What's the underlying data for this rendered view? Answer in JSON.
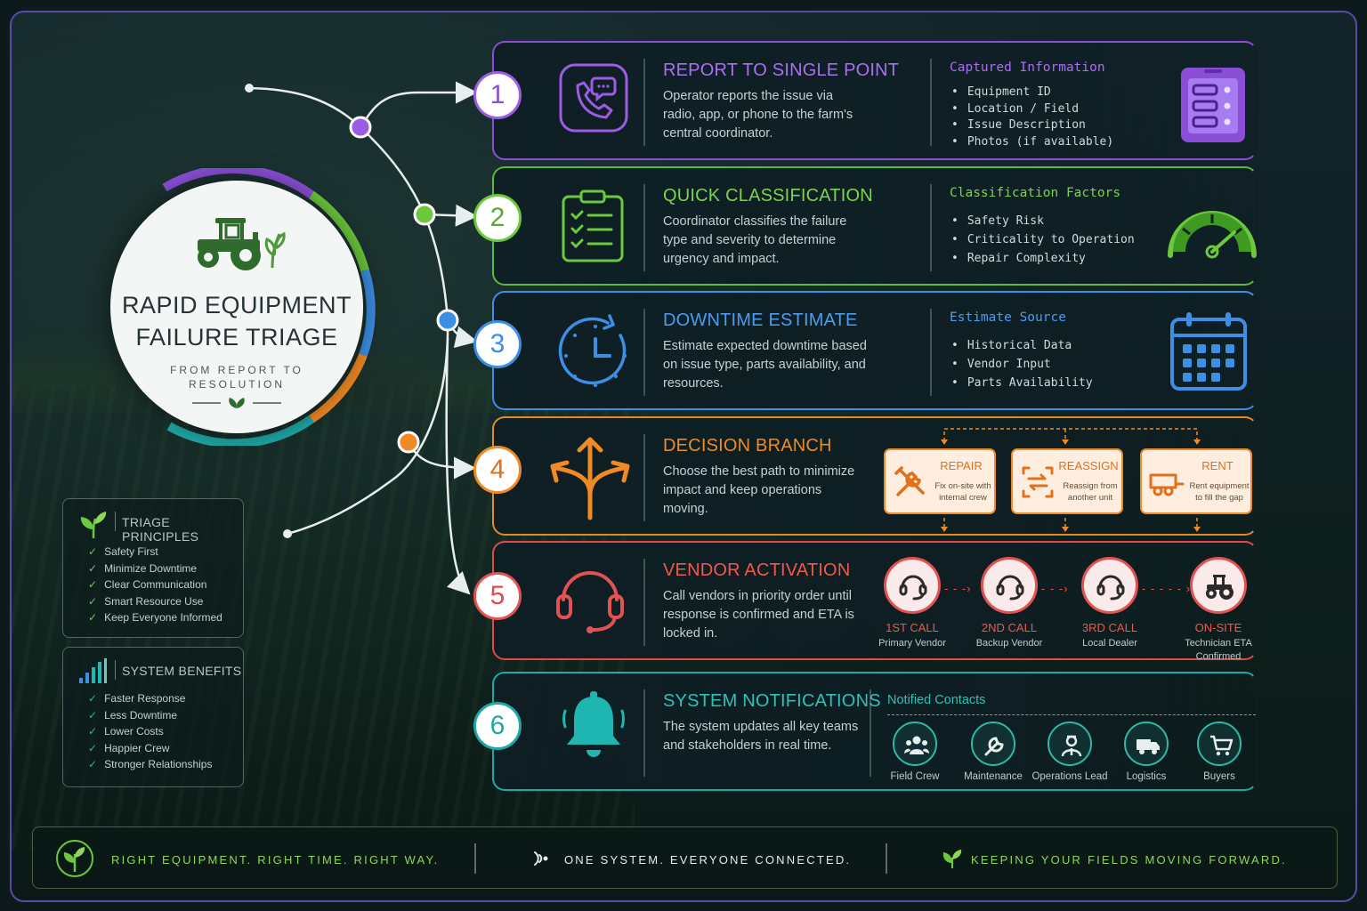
{
  "hero": {
    "title_line1": "RAPID EQUIPMENT",
    "title_line2": "FAILURE TRIAGE",
    "subtitle_line1": "FROM REPORT TO",
    "subtitle_line2": "RESOLUTION"
  },
  "principles": {
    "title": "TRIAGE PRINCIPLES",
    "items": [
      "Safety First",
      "Minimize Downtime",
      "Clear Communication",
      "Smart Resource Use",
      "Keep Everyone Informed"
    ]
  },
  "benefits": {
    "title": "SYSTEM BENEFITS",
    "items": [
      "Faster Response",
      "Less Downtime",
      "Lower Costs",
      "Happier Crew",
      "Stronger Relationships"
    ]
  },
  "steps": [
    {
      "number": "1",
      "color": "#9b5de5",
      "title": "REPORT TO SINGLE POINT",
      "desc": "Operator reports the issue via radio, app, or phone to the farm's central coordinator.",
      "info_title": "Captured Information",
      "info_items": [
        "Equipment ID",
        "Location / Field",
        "Issue Description",
        "Photos (if available)"
      ]
    },
    {
      "number": "2",
      "color": "#6cc83c",
      "title": "QUICK CLASSIFICATION",
      "desc": "Coordinator classifies the failure type and severity to determine urgency and impact.",
      "info_title": "Classification Factors",
      "info_items": [
        "Safety Risk",
        "Criticality to Operation",
        "Repair Complexity"
      ]
    },
    {
      "number": "3",
      "color": "#3d8fe6",
      "title": "DOWNTIME ESTIMATE",
      "desc": "Estimate expected downtime based on issue type, parts availability, and resources.",
      "info_title": "Estimate Source",
      "info_items": [
        "Historical Data",
        "Vendor Input",
        "Parts Availability"
      ]
    },
    {
      "number": "4",
      "color": "#f08a24",
      "title": "DECISION BRANCH",
      "desc": "Choose the best path to minimize impact and keep operations moving.",
      "options": [
        {
          "title": "REPAIR",
          "desc": "Fix on-site with internal crew"
        },
        {
          "title": "REASSIGN",
          "desc": "Reassign from another unit"
        },
        {
          "title": "RENT",
          "desc": "Rent equipment to fill the gap"
        }
      ]
    },
    {
      "number": "5",
      "color": "#e25252",
      "title": "VENDOR ACTIVATION",
      "desc": "Call vendors in priority order until response is confirmed and ETA is locked in.",
      "chain": [
        {
          "title": "1ST CALL",
          "desc": "Primary Vendor"
        },
        {
          "title": "2ND CALL",
          "desc": "Backup Vendor"
        },
        {
          "title": "3RD CALL",
          "desc": "Local Dealer"
        },
        {
          "title": "ON-SITE",
          "desc": "Technician ETA Confirmed"
        }
      ]
    },
    {
      "number": "6",
      "color": "#26b5b0",
      "title": "SYSTEM NOTIFICATIONS",
      "desc": "The system updates all key teams and stakeholders in real time.",
      "info_title": "Notified Contacts",
      "contacts": [
        "Field Crew",
        "Maintenance",
        "Operations Lead",
        "Logistics",
        "Buyers"
      ]
    }
  ],
  "footer": {
    "left": "RIGHT EQUIPMENT. RIGHT TIME. RIGHT WAY.",
    "center": "ONE SYSTEM. EVERYONE CONNECTED.",
    "right": "KEEPING YOUR FIELDS MOVING FORWARD."
  }
}
